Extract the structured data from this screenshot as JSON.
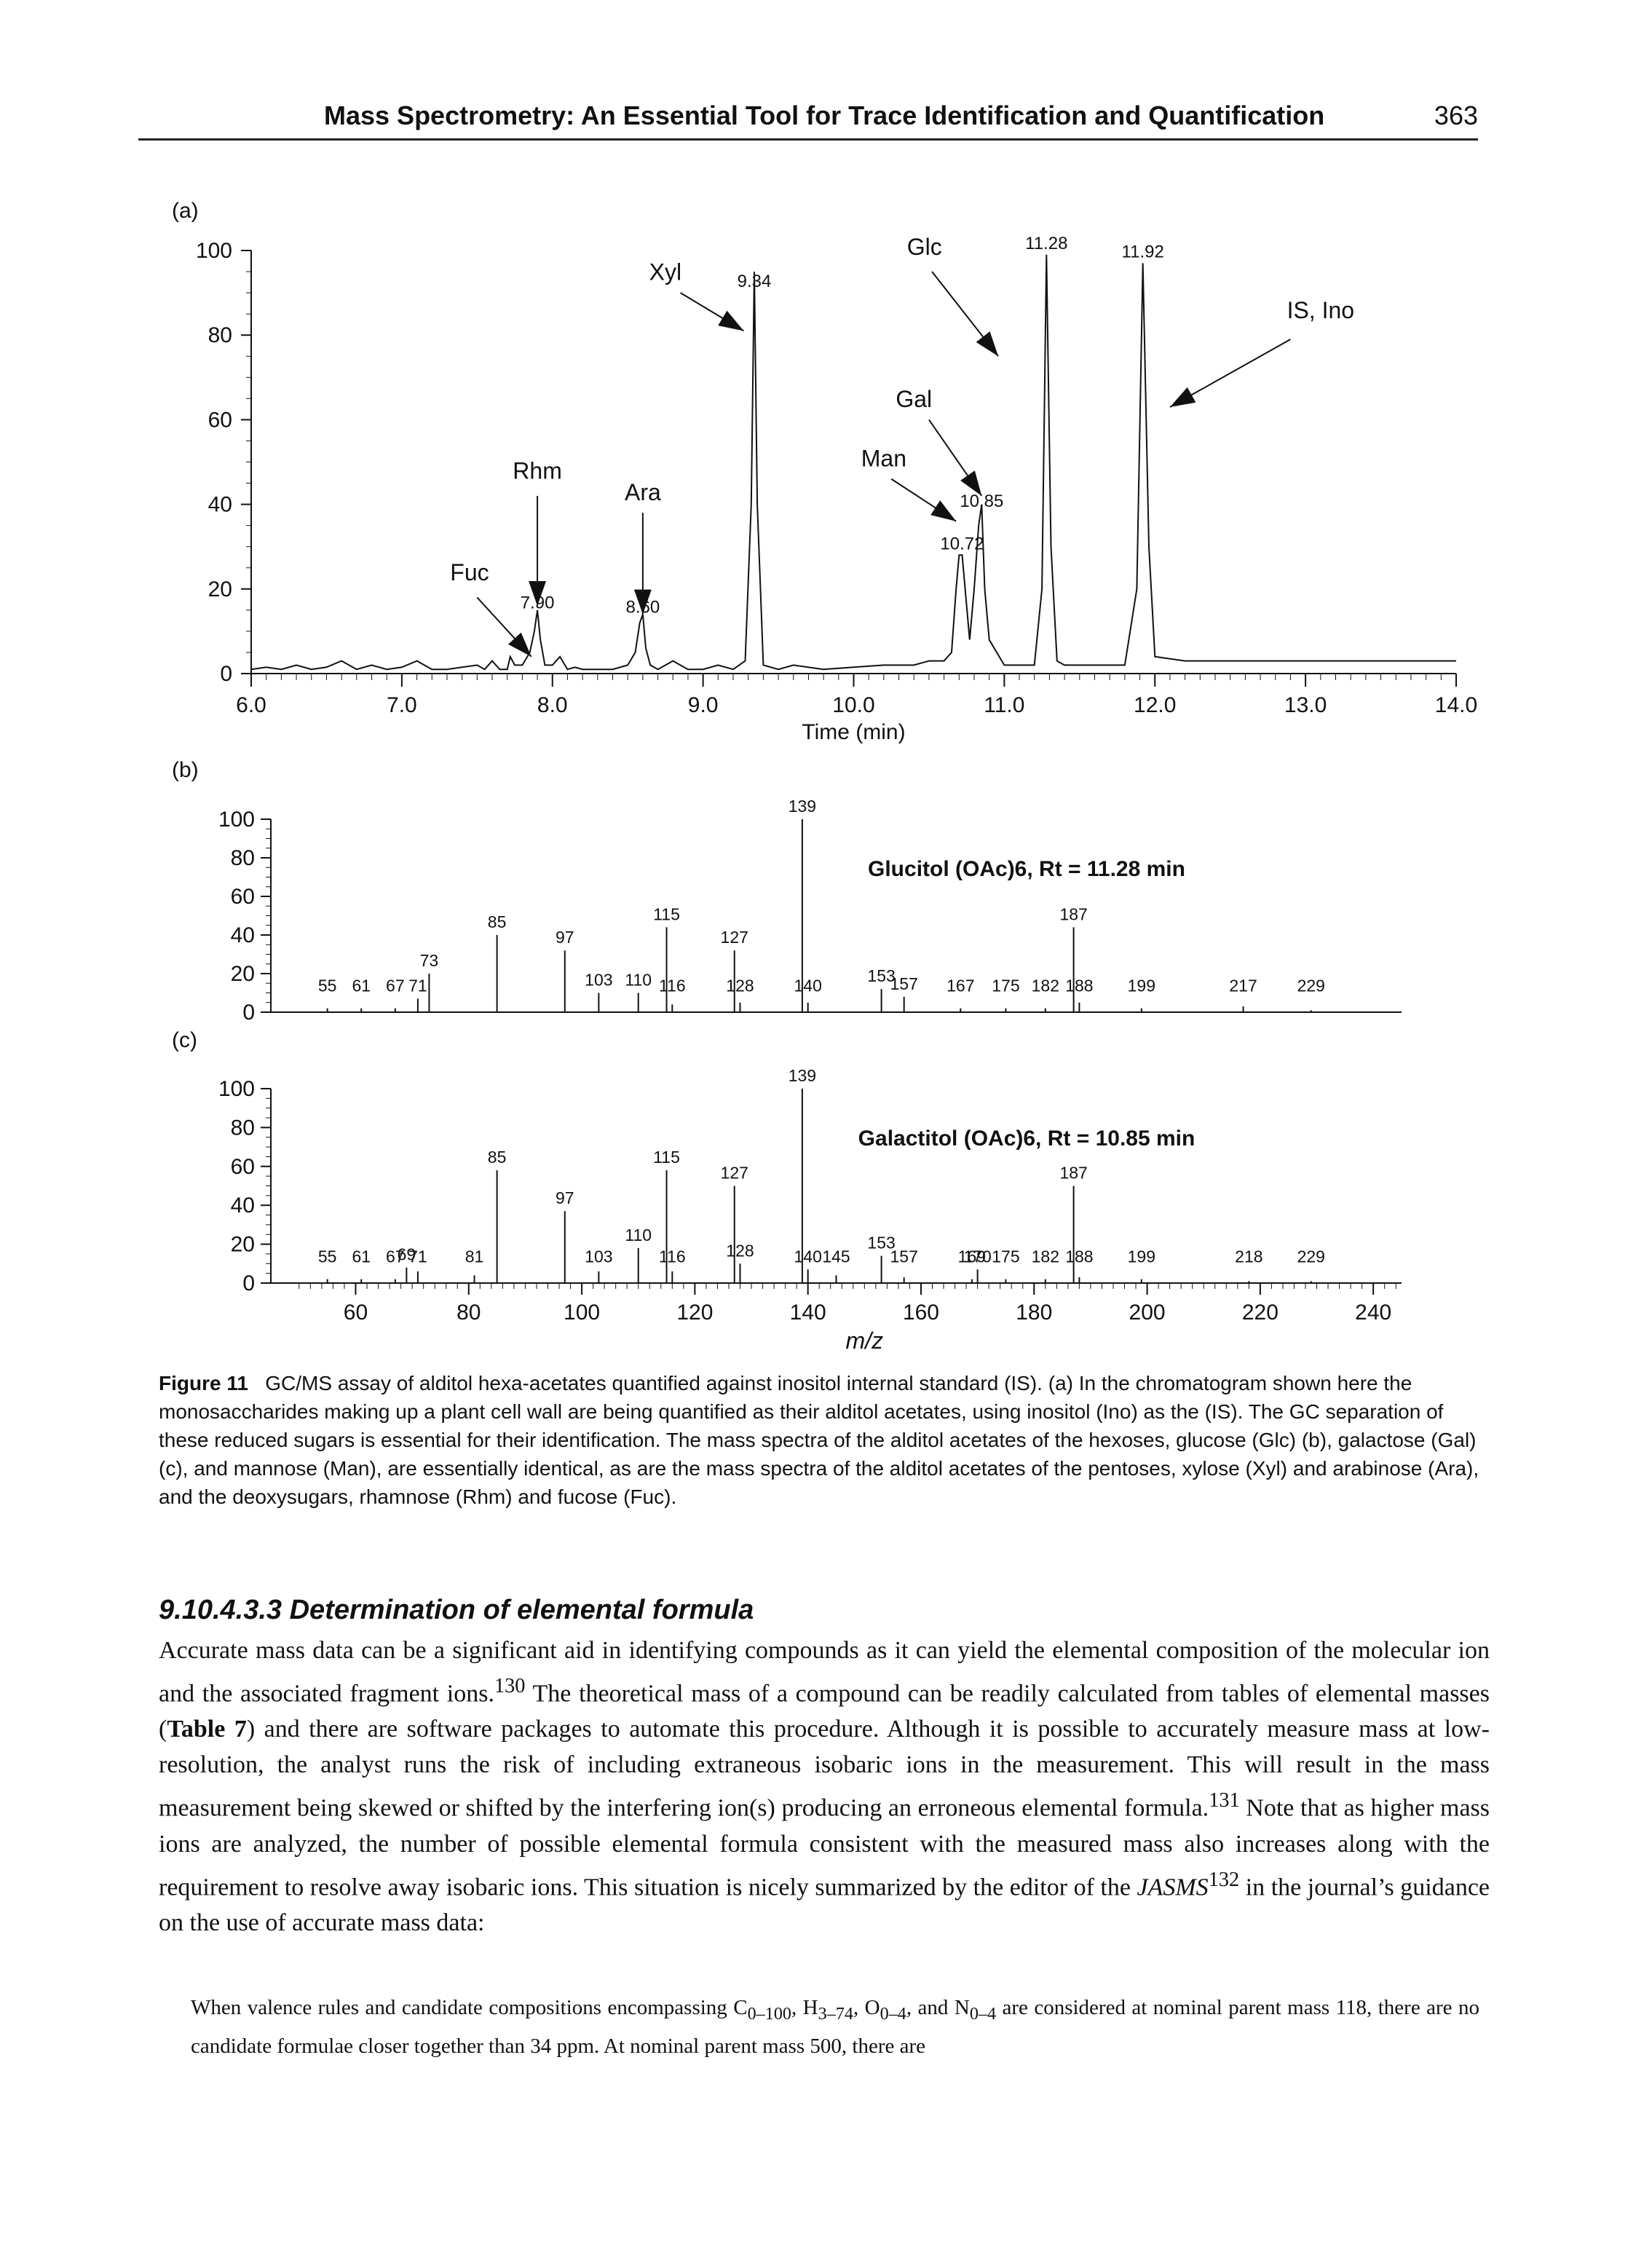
{
  "header": {
    "title": "Mass Spectrometry: An Essential Tool for Trace Identification and Quantification",
    "page": "363"
  },
  "panels": {
    "a": "(a)",
    "b": "(b)",
    "c": "(c)"
  },
  "chart_data": [
    {
      "panel": "(a)",
      "type": "line",
      "xlabel": "Time (min)",
      "ylabel": "",
      "xlim": [
        6.0,
        14.0
      ],
      "ylim": [
        0,
        100
      ],
      "x_ticks": [
        "6.0",
        "7.0",
        "8.0",
        "9.0",
        "10.0",
        "11.0",
        "12.0",
        "13.0",
        "14.0"
      ],
      "y_ticks": [
        "0",
        "20",
        "40",
        "60",
        "80",
        "100"
      ],
      "peak_labels": [
        {
          "x": 7.9,
          "y": 14,
          "text": "7.90"
        },
        {
          "x": 8.6,
          "y": 13,
          "text": "8.60"
        },
        {
          "x": 9.34,
          "y": 90,
          "text": "9.34"
        },
        {
          "x": 10.72,
          "y": 28,
          "text": "10.72"
        },
        {
          "x": 10.85,
          "y": 38,
          "text": "10.85"
        },
        {
          "x": 11.28,
          "y": 99,
          "text": "11.28"
        },
        {
          "x": 11.92,
          "y": 97,
          "text": "11.92"
        }
      ],
      "annotations": [
        {
          "text": "Fuc",
          "x": 7.45,
          "y": 22
        },
        {
          "text": "Rhm",
          "x": 7.9,
          "y": 46
        },
        {
          "text": "Ara",
          "x": 8.6,
          "y": 41
        },
        {
          "text": "Xyl",
          "x": 8.75,
          "y": 93
        },
        {
          "text": "Man",
          "x": 10.2,
          "y": 49
        },
        {
          "text": "Gal",
          "x": 10.4,
          "y": 63
        },
        {
          "text": "Glc",
          "x": 10.47,
          "y": 99
        },
        {
          "text": "IS, Ino",
          "x": 13.1,
          "y": 84
        }
      ],
      "trace": {
        "x": [
          6.0,
          6.1,
          6.2,
          6.3,
          6.4,
          6.5,
          6.6,
          6.7,
          6.8,
          6.9,
          7.0,
          7.1,
          7.2,
          7.3,
          7.4,
          7.5,
          7.55,
          7.6,
          7.65,
          7.7,
          7.72,
          7.75,
          7.8,
          7.85,
          7.88,
          7.9,
          7.92,
          7.95,
          8.0,
          8.05,
          8.1,
          8.15,
          8.2,
          8.3,
          8.4,
          8.5,
          8.55,
          8.58,
          8.6,
          8.62,
          8.65,
          8.7,
          8.8,
          8.9,
          9.0,
          9.1,
          9.2,
          9.28,
          9.32,
          9.34,
          9.36,
          9.4,
          9.5,
          9.6,
          9.8,
          10.0,
          10.2,
          10.4,
          10.5,
          10.6,
          10.65,
          10.68,
          10.7,
          10.72,
          10.74,
          10.77,
          10.8,
          10.83,
          10.85,
          10.87,
          10.9,
          10.95,
          11.0,
          11.05,
          11.1,
          11.2,
          11.25,
          11.28,
          11.31,
          11.35,
          11.4,
          11.6,
          11.8,
          11.88,
          11.92,
          11.96,
          12.0,
          12.2,
          12.5,
          12.8,
          13.0,
          13.2,
          13.5,
          13.8,
          14.0
        ],
        "y": [
          1,
          1.5,
          1,
          2,
          1,
          1.5,
          3,
          1,
          2,
          1,
          1.5,
          3,
          1,
          1,
          1.5,
          2,
          1,
          3,
          1,
          1,
          4,
          2,
          2,
          5,
          10,
          15,
          8,
          2,
          2,
          4,
          1,
          1.5,
          1,
          1,
          1,
          2,
          5,
          12,
          14,
          6,
          2,
          1,
          3,
          1,
          1,
          2,
          1,
          3,
          40,
          95,
          40,
          2,
          1,
          2,
          1,
          1.5,
          2,
          2,
          3,
          3,
          5,
          20,
          28,
          28,
          20,
          8,
          20,
          35,
          40,
          20,
          8,
          5,
          2,
          2,
          2,
          2,
          20,
          99,
          30,
          3,
          2,
          2,
          2,
          20,
          97,
          30,
          4,
          3,
          3,
          3,
          3,
          3,
          3,
          3,
          3
        ]
      }
    },
    {
      "panel": "(b)",
      "type": "bar",
      "title": "Glucitol (OAc)6, Rt = 11.28 min",
      "xlabel": "",
      "ylabel": "",
      "xlim": [
        45,
        245
      ],
      "ylim": [
        0,
        100
      ],
      "y_ticks": [
        "0",
        "20",
        "40",
        "60",
        "80",
        "100"
      ],
      "peaks": [
        {
          "mz": 55,
          "value": 2,
          "label": "55"
        },
        {
          "mz": 61,
          "value": 2,
          "label": "61"
        },
        {
          "mz": 67,
          "value": 2,
          "label": "67"
        },
        {
          "mz": 71,
          "value": 7,
          "label": "71"
        },
        {
          "mz": 73,
          "value": 20,
          "label": "73"
        },
        {
          "mz": 85,
          "value": 40,
          "label": "85"
        },
        {
          "mz": 97,
          "value": 32,
          "label": "97"
        },
        {
          "mz": 103,
          "value": 10,
          "label": "103"
        },
        {
          "mz": 110,
          "value": 10,
          "label": "110"
        },
        {
          "mz": 115,
          "value": 44,
          "label": "115"
        },
        {
          "mz": 116,
          "value": 4,
          "label": "116"
        },
        {
          "mz": 127,
          "value": 32,
          "label": "127"
        },
        {
          "mz": 128,
          "value": 5,
          "label": "128"
        },
        {
          "mz": 139,
          "value": 100,
          "label": "139"
        },
        {
          "mz": 140,
          "value": 5,
          "label": "140"
        },
        {
          "mz": 153,
          "value": 12,
          "label": "153"
        },
        {
          "mz": 157,
          "value": 8,
          "label": "157"
        },
        {
          "mz": 167,
          "value": 2,
          "label": "167"
        },
        {
          "mz": 175,
          "value": 2,
          "label": "175"
        },
        {
          "mz": 182,
          "value": 2,
          "label": "182"
        },
        {
          "mz": 187,
          "value": 44,
          "label": "187"
        },
        {
          "mz": 188,
          "value": 5,
          "label": "188"
        },
        {
          "mz": 199,
          "value": 2,
          "label": "199"
        },
        {
          "mz": 217,
          "value": 3,
          "label": "217"
        },
        {
          "mz": 229,
          "value": 1,
          "label": "229"
        }
      ]
    },
    {
      "panel": "(c)",
      "type": "bar",
      "title": "Galactitol (OAc)6, Rt = 10.85 min",
      "xlabel": "m/z",
      "ylabel": "",
      "xlim": [
        45,
        245
      ],
      "ylim": [
        0,
        100
      ],
      "x_ticks": [
        "60",
        "80",
        "100",
        "120",
        "140",
        "160",
        "180",
        "200",
        "220",
        "240"
      ],
      "y_ticks": [
        "0",
        "20",
        "40",
        "60",
        "80",
        "100"
      ],
      "peaks": [
        {
          "mz": 55,
          "value": 2,
          "label": "55"
        },
        {
          "mz": 61,
          "value": 2,
          "label": "61"
        },
        {
          "mz": 67,
          "value": 2,
          "label": "67"
        },
        {
          "mz": 69,
          "value": 8,
          "label": "69"
        },
        {
          "mz": 71,
          "value": 6,
          "label": "71"
        },
        {
          "mz": 81,
          "value": 4,
          "label": "81"
        },
        {
          "mz": 85,
          "value": 58,
          "label": "85"
        },
        {
          "mz": 97,
          "value": 37,
          "label": "97"
        },
        {
          "mz": 103,
          "value": 6,
          "label": "103"
        },
        {
          "mz": 110,
          "value": 18,
          "label": "110"
        },
        {
          "mz": 115,
          "value": 58,
          "label": "115"
        },
        {
          "mz": 116,
          "value": 6,
          "label": "116"
        },
        {
          "mz": 127,
          "value": 50,
          "label": "127"
        },
        {
          "mz": 128,
          "value": 10,
          "label": "128"
        },
        {
          "mz": 139,
          "value": 100,
          "label": "139"
        },
        {
          "mz": 140,
          "value": 7,
          "label": "140"
        },
        {
          "mz": 145,
          "value": 4,
          "label": "145"
        },
        {
          "mz": 153,
          "value": 14,
          "label": "153"
        },
        {
          "mz": 157,
          "value": 3,
          "label": "157"
        },
        {
          "mz": 169,
          "value": 2,
          "label": "169"
        },
        {
          "mz": 170,
          "value": 7,
          "label": "170"
        },
        {
          "mz": 175,
          "value": 2,
          "label": "175"
        },
        {
          "mz": 182,
          "value": 2,
          "label": "182"
        },
        {
          "mz": 187,
          "value": 50,
          "label": "187"
        },
        {
          "mz": 188,
          "value": 3,
          "label": "188"
        },
        {
          "mz": 199,
          "value": 2,
          "label": "199"
        },
        {
          "mz": 218,
          "value": 1,
          "label": "218"
        },
        {
          "mz": 229,
          "value": 1,
          "label": "229"
        }
      ]
    }
  ],
  "caption": {
    "label": "Figure 11",
    "text": "GC/MS assay of alditol hexa-acetates quantified against inositol internal standard (IS). (a) In the chromatogram shown here the monosaccharides making up a plant cell wall are being quantified as their alditol acetates, using inositol (Ino) as the (IS). The GC separation of these reduced sugars is essential for their identification. The mass spectra of the alditol acetates of the hexoses, glucose (Glc) (b), galactose (Gal) (c), and mannose (Man), are essentially identical, as are the mass spectra of the alditol acetates of the pentoses, xylose (Xyl) and arabinose (Ara), and the deoxysugars, rhamnose (Rhm) and fucose (Fuc)."
  },
  "section": {
    "heading": "9.10.4.3.3 Determination of elemental formula",
    "p1": "Accurate mass data can be a significant aid in identifying compounds as it can yield the elemental composition of the molecular ion and the associated fragment ions.",
    "ref1": "130",
    "p2": " The theoretical mass of a compound can be readily calculated from tables of elemental masses (",
    "table_ref": "Table 7",
    "p3": ") and there are software packages to automate this procedure. Although it is possible to accurately measure mass at low-resolution, the analyst runs the risk of including extraneous isobaric ions in the measurement. This will result in the mass measurement being skewed or shifted by the interfering ion(s) producing an erroneous elemental formula.",
    "ref2": "131",
    "p4": " Note that as higher mass ions are analyzed, the number of possible elemental formula consistent with the measured mass also increases along with the requirement to resolve away isobaric ions. This situation is nicely summarized by the editor of the ",
    "journal": "JASMS",
    "ref3": "132",
    "p5": " in the journal’s guidance on the use of accurate mass data:"
  },
  "quote": {
    "q1": "When valence rules and candidate compositions encompassing C",
    "s1": "0–100",
    "q2": ", H",
    "s2": "3–74",
    "q3": ", O",
    "s3": "0–4",
    "q4": ", and N",
    "s4": "0–4",
    "q5": " are considered at nominal parent mass 118, there are no candidate formulae closer together than 34 ppm. At nominal parent mass 500, there are"
  }
}
